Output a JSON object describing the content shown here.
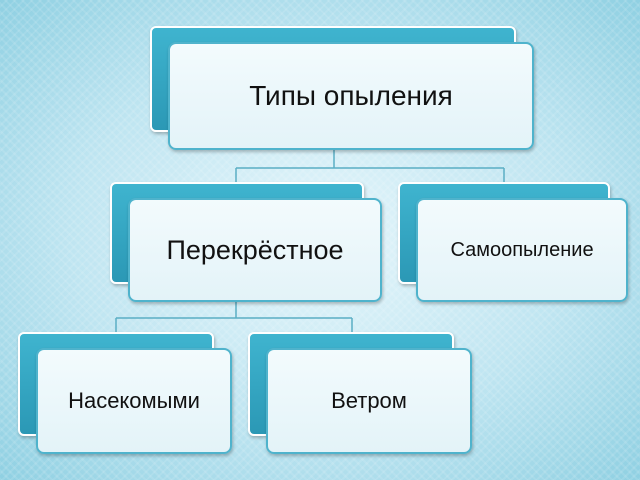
{
  "diagram": {
    "root": {
      "label": "Типы опыления"
    },
    "level1": [
      {
        "label": "Перекрёстное"
      },
      {
        "label": "Самоопыление"
      }
    ],
    "level2": [
      {
        "label": "Насекомыми"
      },
      {
        "label": "Ветром"
      }
    ]
  },
  "colors": {
    "box_back": "#2b98b5",
    "box_front": "#e3f3f8",
    "connector": "#5aaec4",
    "background": "#bfe5f1"
  }
}
